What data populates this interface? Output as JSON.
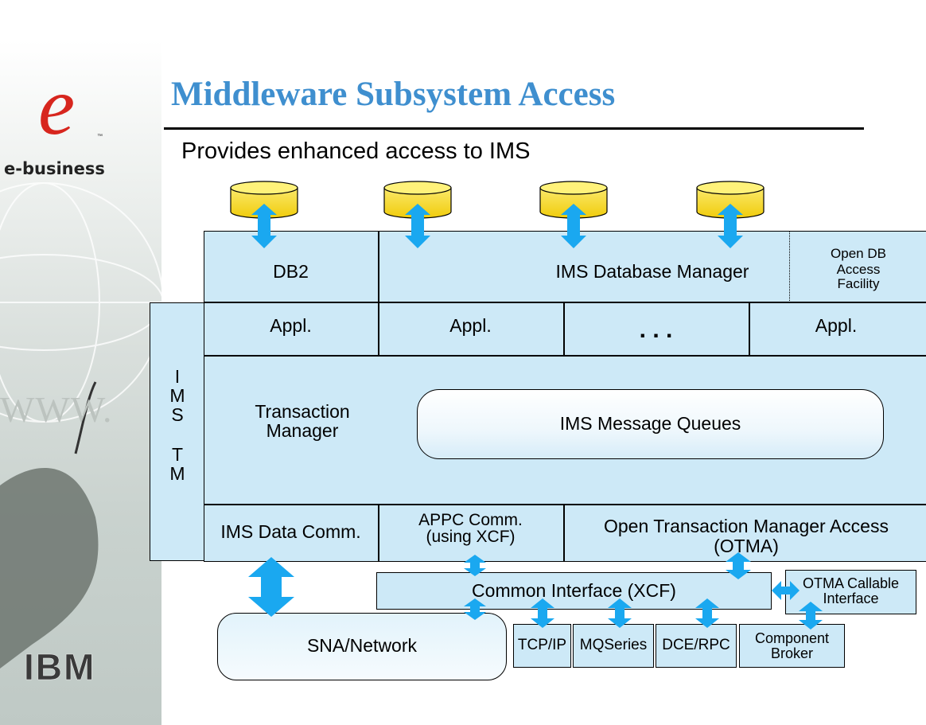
{
  "branding": {
    "logo_letter": "e",
    "tm": "™",
    "tagline": "e-business",
    "www": "WWW.",
    "company": "IBM"
  },
  "title": "Middleware Subsystem Access",
  "subtitle": "Provides enhanced access to IMS",
  "colors": {
    "title": "#3f8fcf",
    "box_fill": "#cde9f7",
    "arrow": "#1aa8f0",
    "cylinder": "#f7dc1e"
  },
  "diagram": {
    "db_row": {
      "db2": "DB2",
      "ims_dbm": "IMS Database Manager",
      "odba": [
        "Open DB",
        "Access",
        "Facility"
      ]
    },
    "appl_row": [
      "Appl.",
      "Appl.",
      ". . .",
      "Appl."
    ],
    "ims_tm_letters": [
      "I",
      "M",
      "S",
      "",
      "T",
      "M"
    ],
    "tm_label": [
      "Transaction",
      "Manager"
    ],
    "queues": "IMS Message Queues",
    "comm_row": {
      "ims_dc": "IMS Data Comm.",
      "appc": [
        "APPC Comm.",
        "(using XCF)"
      ],
      "otma": [
        "Open Transaction Manager Access",
        "(OTMA)"
      ]
    },
    "xcf": "Common Interface (XCF)",
    "otma_ci": [
      "OTMA Callable",
      "Interface"
    ],
    "sna": "SNA/Network",
    "protocols": [
      "TCP/IP",
      "MQSeries",
      "DCE/RPC"
    ],
    "component_broker": [
      "Component",
      "Broker"
    ]
  }
}
